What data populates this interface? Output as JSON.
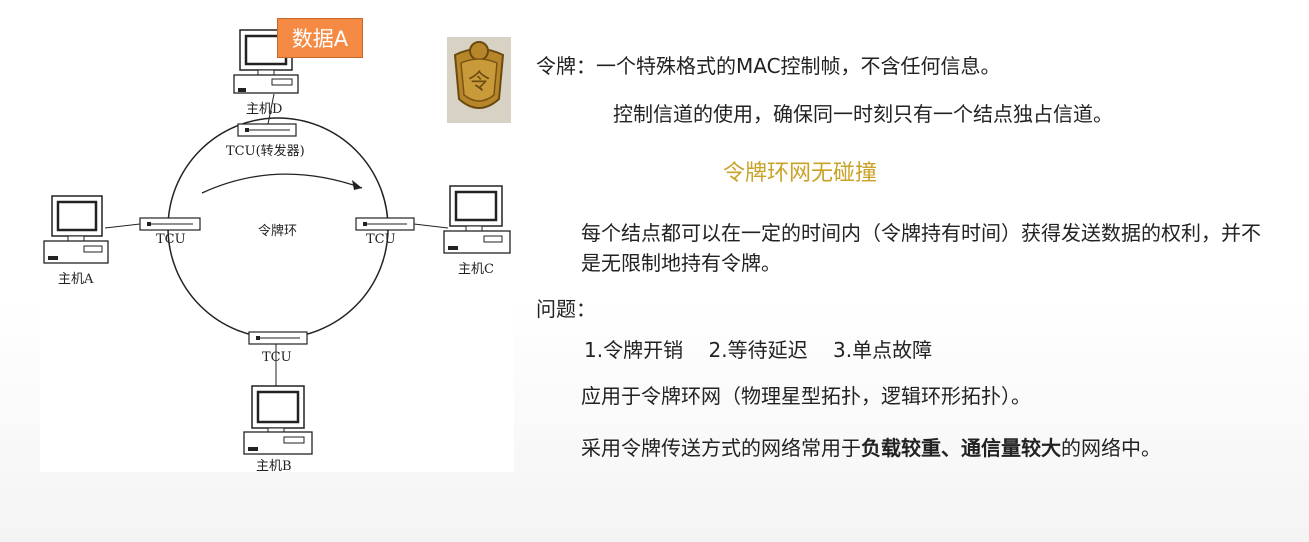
{
  "diagram": {
    "tag": "数据A",
    "hosts": {
      "d": "主机D",
      "a": "主机A",
      "c": "主机C",
      "b": "主机B"
    },
    "tcu_top": "TCU(转发器)",
    "tcu_left": "TCU",
    "tcu_right": "TCU",
    "tcu_bottom": "TCU",
    "ring_label": "令牌环",
    "token_char": "令"
  },
  "text": {
    "line1": "令牌：一个特殊格式的MAC控制帧，不含任何信息。",
    "line2": "控制信道的使用，确保同一时刻只有一个结点独占信道。",
    "title": "令牌环网无碰撞",
    "line3": "每个结点都可以在一定的时间内（令牌持有时间）获得发送数据的权利，并不是无限制地持有令牌。",
    "question": "问题：",
    "problems": "1.令牌开销    2.等待延迟    3.单点故障",
    "application": "应用于令牌环网（物理星型拓扑，逻辑环形拓扑）。",
    "last_prefix": "采用令牌传送方式的网络常用于",
    "last_bold": "负载较重、通信量较大",
    "last_suffix": "的网络中。"
  }
}
